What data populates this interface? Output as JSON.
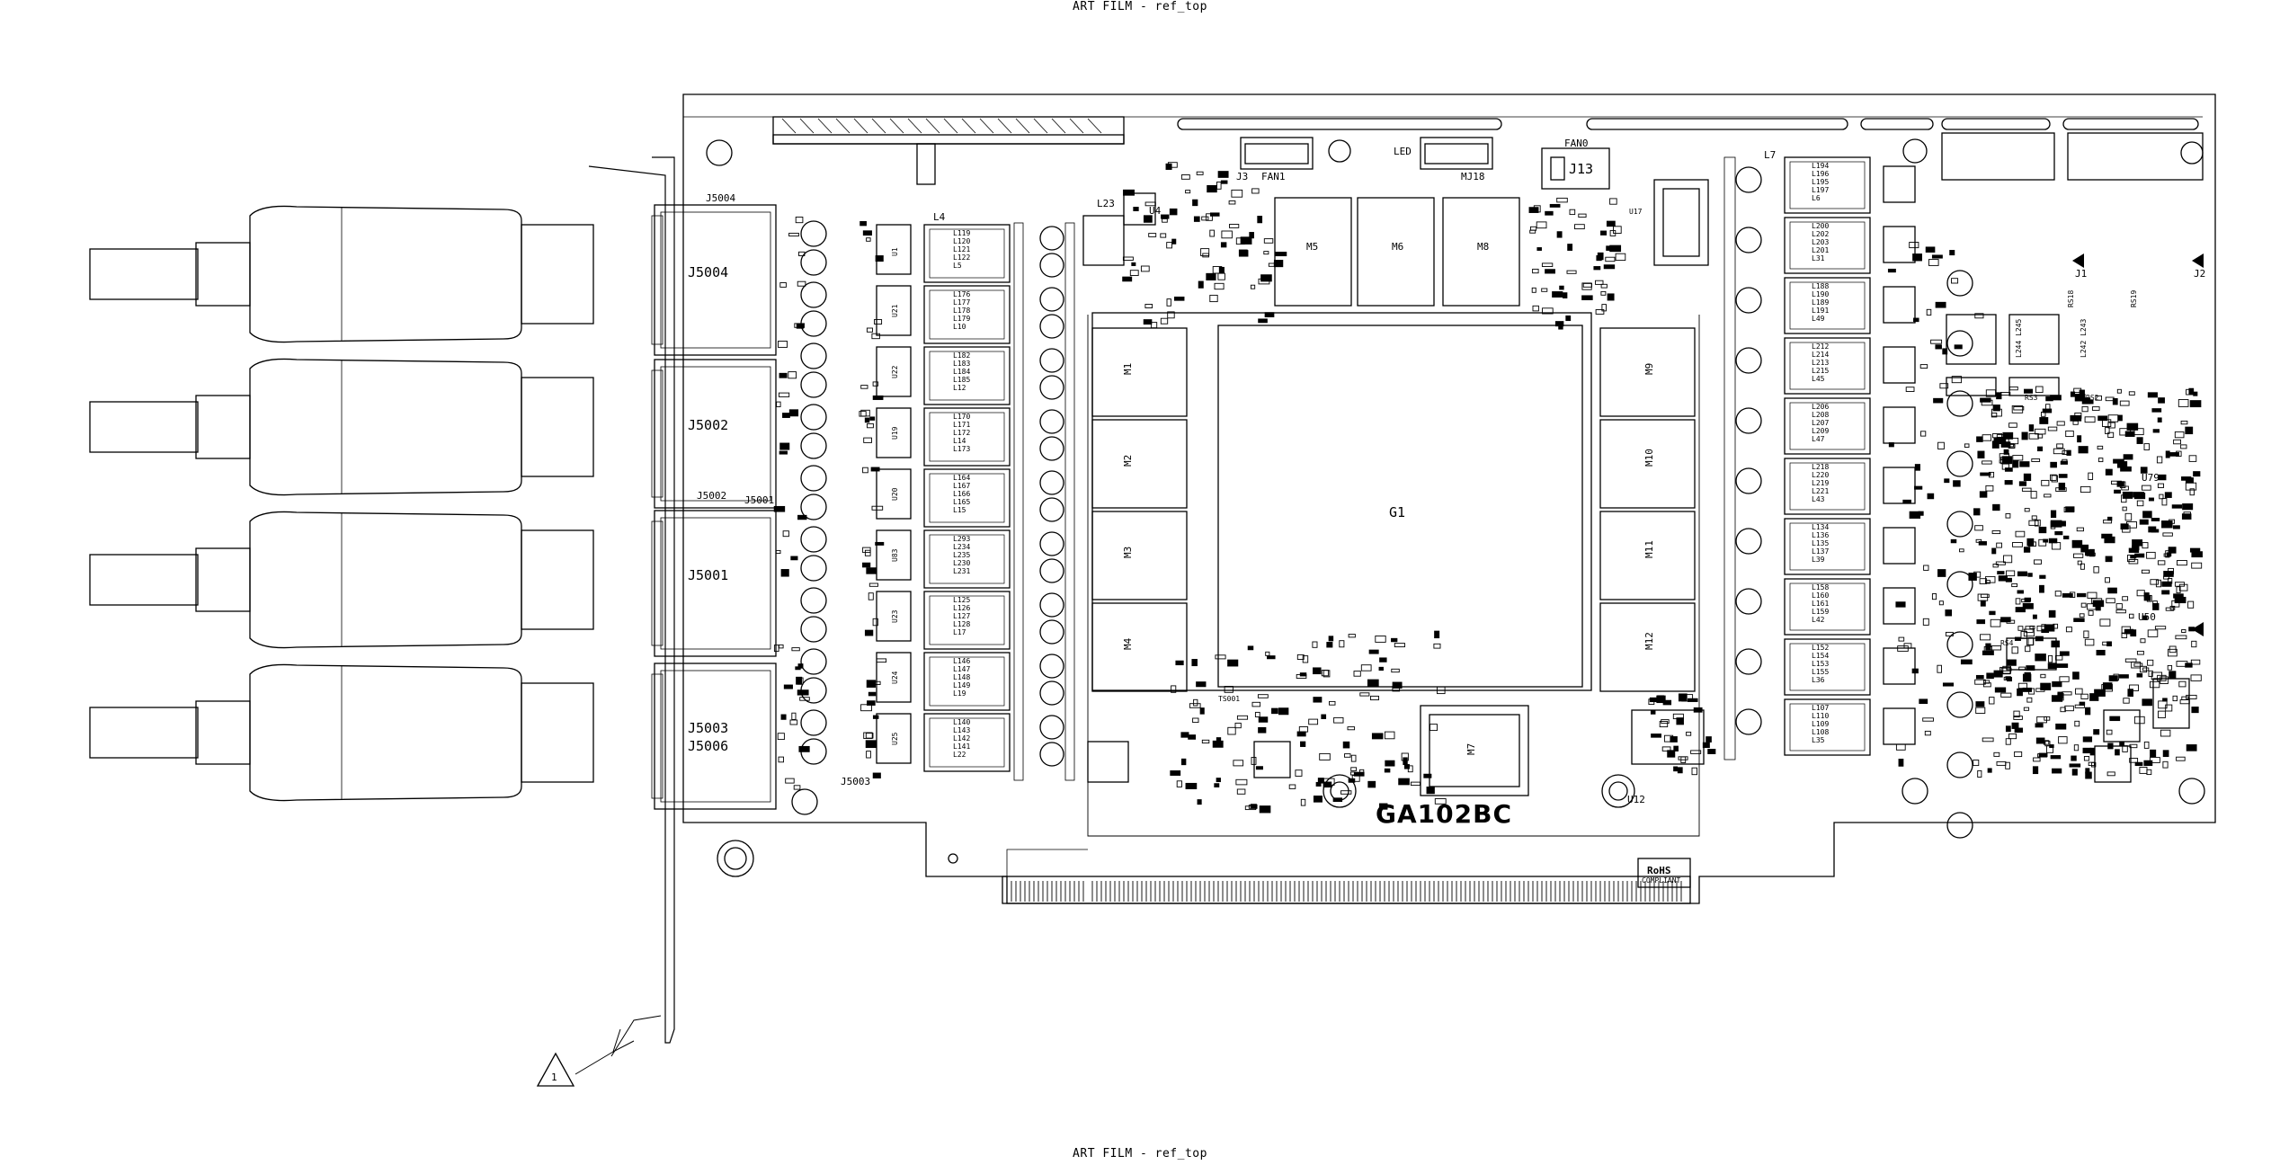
{
  "header_top": "ART FILM - ref_top",
  "header_bottom": "ART FILM - ref_top",
  "chip": {
    "main": "G1",
    "marking": "GA102BC"
  },
  "memory": [
    "M1",
    "M2",
    "M3",
    "M4",
    "M5",
    "M6",
    "M8",
    "M9",
    "M10",
    "M11",
    "M12",
    "M7"
  ],
  "connectors": {
    "dp_top": "J5004",
    "dp_mid": "J5002",
    "dp_low": "J5001",
    "hdmi_a": "J5003",
    "hdmi_b": "J5006",
    "fan_header": "J13",
    "fan1": "FAN1",
    "fan_label": "FAN0",
    "led": "LED",
    "mj": "MJ18",
    "j3": "J3",
    "j1": "J1",
    "j2": "J2"
  },
  "regulators": [
    "U1",
    "U21",
    "U22",
    "U19",
    "U20",
    "U83",
    "U23",
    "U24",
    "U25"
  ],
  "inductor_groups": [
    "L119 L120 L121 L122 L5",
    "L176 L177 L178 L179 L10",
    "L182 L183 L184 L185 L12",
    "L170 L171 L172 L14 L173",
    "L164 L167 L166 L165 L15",
    "L293 L234 L235 L230 L231",
    "L125 L126 L127 L128 L17",
    "L146 L147 L148 L149 L19",
    "L140 L143 L142 L141 L22"
  ],
  "inductor_groups_right": [
    "L194 L196 L195 L197 L6",
    "L200 L202 L203 L201 L31",
    "L188 L190 L189 L191 L49",
    "L212 L214 L213 L215 L45",
    "L206 L208 L207 L209 L47",
    "L218 L220 L219 L221 L43",
    "L134 L136 L135 L137 L39",
    "L158 L160 L161 L159 L42",
    "L152 L154 L153 L155 L36",
    "L107 L110 L109 L108 L35"
  ],
  "misc_labels": {
    "u4": "U4",
    "u17": "U17",
    "u12": "U12",
    "u79": "U79",
    "u50": "U50",
    "l4": "L4",
    "l7": "L7",
    "l23": "L23",
    "l244": "L244 L245",
    "l242": "L242 L243",
    "rs18": "RS18",
    "rs19": "RS19",
    "rs3": "RS3",
    "rs2": "RS2",
    "rs4": "RS4",
    "ts001": "TS001",
    "j5003b": "J5003",
    "j5001b": "J5001",
    "j5002b": "J5002",
    "j5004b": "J5004",
    "rohs": "RoHS",
    "rohs_sub": "COMPLIANT",
    "callout": "1"
  }
}
